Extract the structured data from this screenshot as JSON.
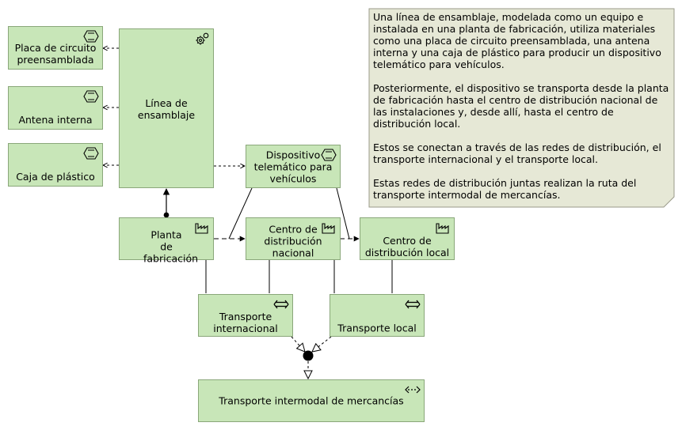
{
  "elements": {
    "placa": "Placa de circuito preensamblada",
    "antena": "Antena interna",
    "caja": "Caja de plástico",
    "linea": "Línea de ensamblaje",
    "dispositivo": "Dispositivo telemático para vehículos",
    "planta": "Planta de fabricación",
    "centro_nacional": "Centro de distribución nacional",
    "centro_local": "Centro de distribución local",
    "transporte_internacional": "Transporte internacional",
    "transporte_local": "Transporte local",
    "ruta": "Transporte intermodal de mercancías"
  },
  "note": {
    "p1": "Una línea de ensamblaje, modelada como un equipo e instalada en una planta de fabricación, utiliza materiales como una placa de circuito preensamblada, una antena interna y una caja de plástico para producir un dispositivo telemático para vehículos.",
    "p2": "Posteriormente, el dispositivo se transporta desde la planta de fabricación hasta el centro de distribución nacional de las instalaciones y, desde allí, hasta el centro de distribución local.",
    "p3": "Estos se conectan a través de las redes de distribución, el transporte internacional y el transporte local.",
    "p4": "Estas redes de distribución juntas realizan la ruta del transporte intermodal de mercancías."
  },
  "icons": {
    "material": "material-icon",
    "equipment": "equipment-icon",
    "facility": "facility-icon",
    "distribution_network": "distribution-network-icon",
    "path": "path-icon"
  },
  "colors": {
    "element_fill": "#c8e6b8",
    "note_fill": "#e6e8d6"
  }
}
